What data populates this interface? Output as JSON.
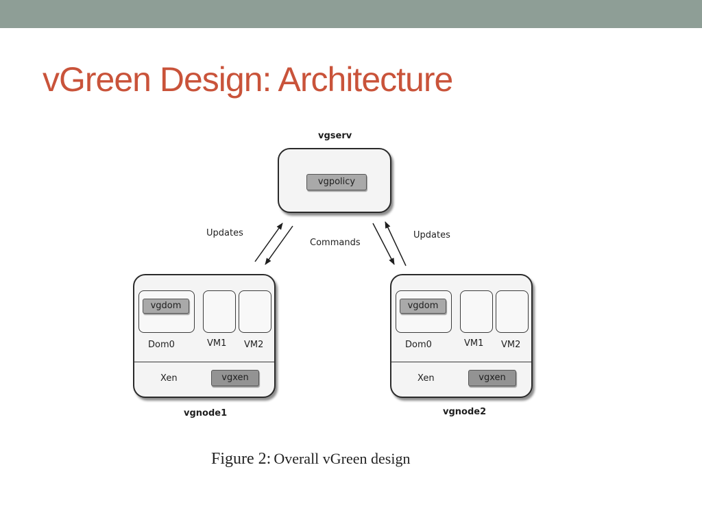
{
  "slide": {
    "title": "vGreen Design: Architecture",
    "accent_color": "#c9533a",
    "top_band_color": "#8e9e96"
  },
  "diagram": {
    "server": {
      "name": "vgserv",
      "component": "vgpolicy"
    },
    "edges": {
      "left_label": "Updates",
      "center_label": "Commands",
      "right_label": "Updates"
    },
    "nodes": [
      {
        "name": "vgnode1",
        "dom0_label": "Dom0",
        "dom0_component": "vgdom",
        "vm1_label": "VM1",
        "vm2_label": "VM2",
        "hypervisor_label": "Xen",
        "hypervisor_component": "vgxen"
      },
      {
        "name": "vgnode2",
        "dom0_label": "Dom0",
        "dom0_component": "vgdom",
        "vm1_label": "VM1",
        "vm2_label": "VM2",
        "hypervisor_label": "Xen",
        "hypervisor_component": "vgxen"
      }
    ]
  },
  "caption": {
    "figure_label": "Figure 2:",
    "text": "Overall vGreen design"
  }
}
